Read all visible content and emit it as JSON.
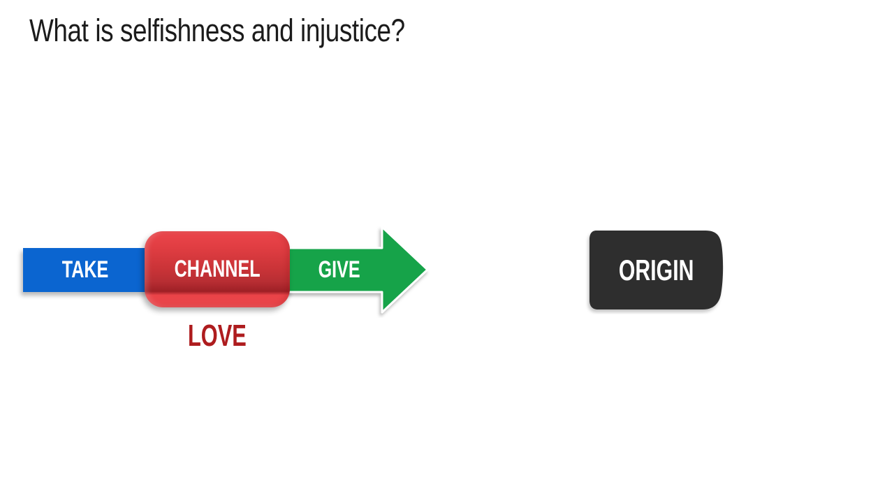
{
  "slide": {
    "title": "What is selfishness and injustice?"
  },
  "diagram": {
    "flow": {
      "take_label": "TAKE",
      "channel_label": "CHANNEL",
      "give_label": "GIVE",
      "love_label": "LOVE"
    },
    "origin_label": "ORIGIN",
    "colors": {
      "slide_bg": "#ffffff",
      "title_black": "#1b1b1b",
      "take_blue": "#0b65d0",
      "give_green": "#12a349",
      "channel_red_top": "#ec464b",
      "channel_red_dark": "#b82e33",
      "love_red": "#ae1c1e",
      "origin_dark": "#2e2e2e",
      "label_white": "#ffffff"
    }
  }
}
